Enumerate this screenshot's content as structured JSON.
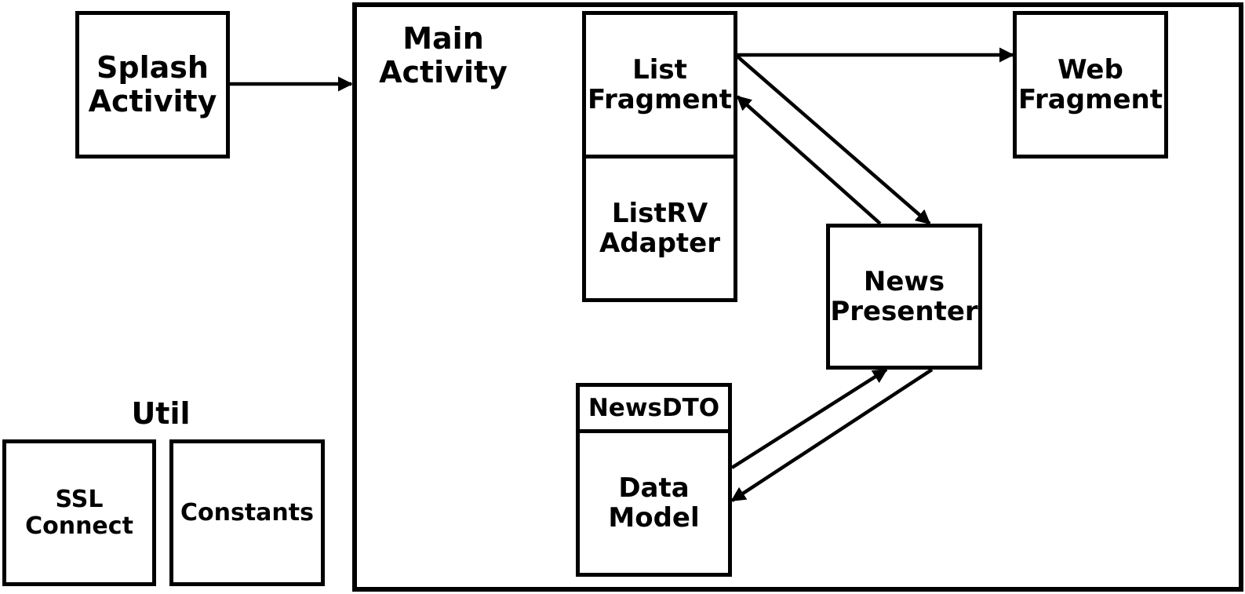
{
  "boxes": {
    "splash_activity": "Splash\nActivity",
    "main_activity": "Main\nActivity",
    "list_fragment": "List\nFragment",
    "listrv_adapter": "ListRV\nAdapter",
    "web_fragment": "Web\nFragment",
    "news_presenter": "News\nPresenter",
    "news_dto": "NewsDTO",
    "data_model": "Data\nModel",
    "util": "Util",
    "ssl_connect": "SSL\nConnect",
    "constants": "Constants"
  },
  "colors": {
    "stroke": "#000000",
    "background": "#ffffff"
  }
}
